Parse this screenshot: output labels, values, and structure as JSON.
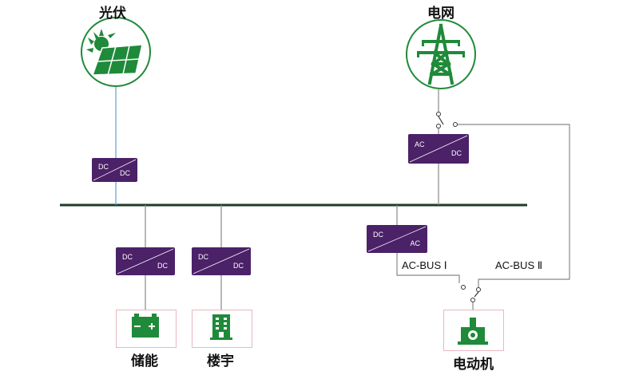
{
  "labels": {
    "pv": "光伏",
    "grid": "电网",
    "storage": "储能",
    "building": "楼宇",
    "motor": "电动机"
  },
  "buses": {
    "ac_bus_1": "AC-BUS Ⅰ",
    "ac_bus_2": "AC-BUS Ⅱ"
  },
  "converters": {
    "pv": {
      "in": "DC",
      "out": "DC"
    },
    "grid": {
      "in": "AC",
      "out": "DC"
    },
    "motor": {
      "in": "DC",
      "out": "AC"
    },
    "storage": {
      "in": "DC",
      "out": "DC"
    },
    "building": {
      "in": "DC",
      "out": "DC"
    }
  },
  "colors": {
    "converter": "#4b2168",
    "bus": "#1d3b2a",
    "pv_line": "#5aa2d6",
    "icon_green": "#1f8a3a",
    "box_border": "#e8b7bd"
  },
  "icons": {
    "pv": "solar-panel-icon",
    "grid": "transmission-tower-icon",
    "storage": "battery-icon",
    "building": "building-icon",
    "motor": "motor-icon"
  }
}
